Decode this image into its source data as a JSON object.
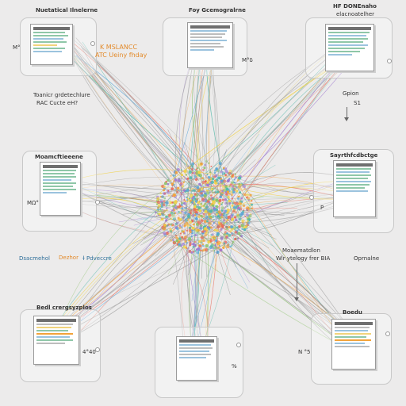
{
  "labels": {
    "top_left_title": "Nuetatical Ilnelerne",
    "top_center_title": "Foy Gcemogralrne",
    "top_right_title": "HF DONEnaho",
    "top_right_sub": "elacnoatelher",
    "tl_side": "M°",
    "tc_side": "M°δ",
    "tl_orange_1": "K MSLANCC",
    "tl_orange_2": "ATC Ueiny  fhday",
    "left_mid_1": "Toanicr grdetechlure",
    "left_mid_2": "RAC Cucte eH?",
    "right_mid_1": "Gpion",
    "right_mid_2": "S1",
    "ml_title": "Moamcftieeene",
    "ml_side": "MΩ°",
    "mr_title": "Sayrthfcdbctge",
    "mr_side": "P",
    "left_low_1": "Dsacmehol",
    "left_low_2": "Dezhor",
    "left_low_3": "ɫ Pdveccre",
    "center_low_1": "Moaematdlon",
    "center_low_2": "Wir ytelogy frer BIA",
    "right_low": "Oprnalne",
    "bl_title": "Bedl crergsyzplos",
    "bl_side": "4°40",
    "bc_side": "%",
    "br_title": "Boedu",
    "br_side": "N °5"
  },
  "colors": {
    "background": "#ecebeb",
    "accent_orange": "#e38b2c",
    "accent_blue": "#2f6f9a",
    "doc_green": "#8fc7a8",
    "doc_blue": "#9bc3de",
    "doc_yellow": "#f1d37b",
    "cluster": [
      "#f2a33a",
      "#e86b5a",
      "#5aa6d8",
      "#8cc36b",
      "#f0d24a",
      "#9f7bd1",
      "#4fb8a8"
    ]
  },
  "nodes": [
    {
      "id": "top-left",
      "name": "top-left-document-node"
    },
    {
      "id": "top-center",
      "name": "top-center-document-node"
    },
    {
      "id": "top-right",
      "name": "top-right-document-node"
    },
    {
      "id": "mid-left",
      "name": "mid-left-document-node"
    },
    {
      "id": "mid-right",
      "name": "mid-right-document-node"
    },
    {
      "id": "bottom-left",
      "name": "bottom-left-document-node"
    },
    {
      "id": "bottom-center",
      "name": "bottom-center-document-node"
    },
    {
      "id": "bottom-right",
      "name": "bottom-right-document-node"
    }
  ]
}
